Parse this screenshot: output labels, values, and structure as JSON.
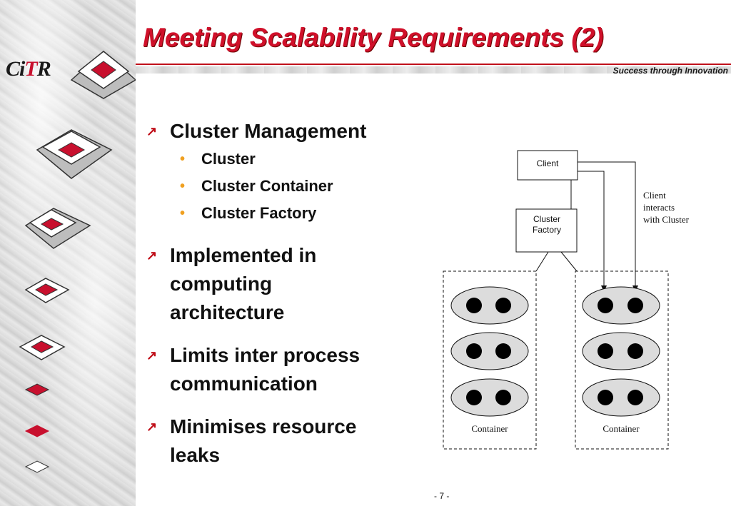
{
  "logo": {
    "part1": "Ci",
    "part2": "T",
    "part3": "R"
  },
  "title": "Meeting Scalability Requirements (2)",
  "tagline": "Success through Innovation",
  "bullets": [
    {
      "text": "Cluster Management",
      "sub": [
        "Cluster",
        "Cluster Container",
        "Cluster Factory"
      ]
    },
    {
      "lines": [
        "Implemented in",
        "computing",
        "architecture"
      ]
    },
    {
      "lines": [
        "Limits inter process",
        "communication"
      ]
    },
    {
      "lines": [
        "Minimises resource",
        "leaks"
      ]
    }
  ],
  "diagram": {
    "client": "Client",
    "factory_line1": "Cluster",
    "factory_line2": "Factory",
    "note_lines": [
      "Client",
      "interacts",
      "with Cluster"
    ],
    "container_label_left": "Container",
    "container_label_right": "Container"
  },
  "page_number": "- 7 -",
  "colors": {
    "title": "#d0102a",
    "accent": "#c0101a",
    "sub_bullet": "#f0a020"
  }
}
